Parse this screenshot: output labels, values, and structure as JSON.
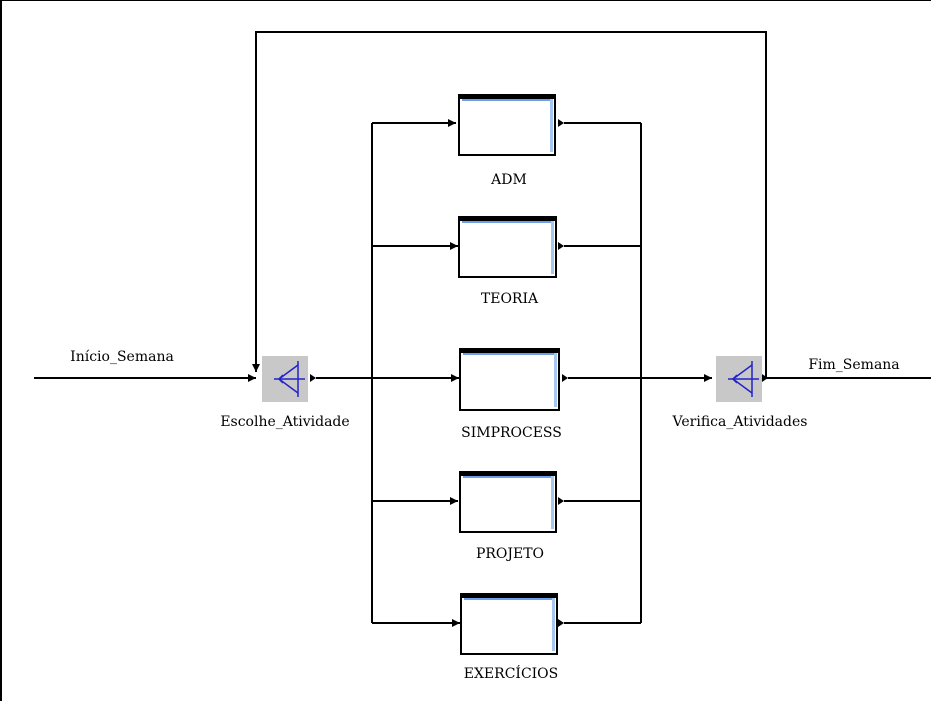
{
  "diagram": {
    "start_label": "Início_Semana",
    "end_label": "Fim_Semana",
    "split_node": {
      "label": "Escolhe_Atividade"
    },
    "join_node": {
      "label": "Verifica_Atividades"
    },
    "activities": [
      {
        "label": "ADM"
      },
      {
        "label": "TEORIA"
      },
      {
        "label": "SIMPROCESS"
      },
      {
        "label": "PROJETO"
      },
      {
        "label": "EXERCÍCIOS"
      }
    ]
  },
  "colors": {
    "line": "#000000",
    "box_accent": "#6f9ee8",
    "box_shadow": "#a7c6f2",
    "node_bg": "#c8c8c8",
    "node_icon": "#2323c8"
  }
}
